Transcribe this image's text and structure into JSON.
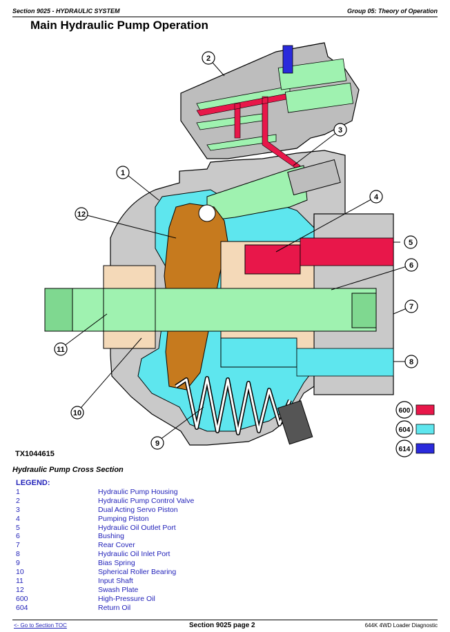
{
  "header": {
    "left": "Section 9025 - HYDRAULIC SYSTEM",
    "right": "Group 05: Theory of Operation"
  },
  "page_title": "Main Hydraulic Pump Operation",
  "figure": {
    "id": "TX1044615",
    "caption": "Hydraulic Pump Cross Section",
    "callouts": [
      "1",
      "2",
      "3",
      "4",
      "5",
      "6",
      "7",
      "8",
      "9",
      "10",
      "11",
      "12"
    ],
    "color_keys": [
      {
        "code": "600",
        "color": "#e8174a"
      },
      {
        "code": "604",
        "color": "#5ee6ee"
      },
      {
        "code": "614",
        "color": "#2a2adc"
      }
    ]
  },
  "legend": {
    "title": "LEGEND:",
    "items": [
      {
        "num": "1",
        "label": "Hydraulic Pump Housing"
      },
      {
        "num": "2",
        "label": "Hydraulic Pump Control Valve"
      },
      {
        "num": "3",
        "label": "Dual Acting Servo Piston"
      },
      {
        "num": "4",
        "label": "Pumping Piston"
      },
      {
        "num": "5",
        "label": "Hydraulic Oil Outlet Port"
      },
      {
        "num": "6",
        "label": "Bushing"
      },
      {
        "num": "7",
        "label": "Rear Cover"
      },
      {
        "num": "8",
        "label": "Hydraulic Oil Inlet Port"
      },
      {
        "num": "9",
        "label": "Bias Spring"
      },
      {
        "num": "10",
        "label": "Spherical Roller Bearing"
      },
      {
        "num": "11",
        "label": "Input Shaft"
      },
      {
        "num": "12",
        "label": "Swash Plate"
      },
      {
        "num": "600",
        "label": "High-Pressure Oil"
      },
      {
        "num": "604",
        "label": "Return Oil"
      }
    ]
  },
  "footer": {
    "toc_link": "<- Go to Section TOC",
    "page": "Section 9025 page 2",
    "model": "644K 4WD Loader Diagnostic"
  }
}
